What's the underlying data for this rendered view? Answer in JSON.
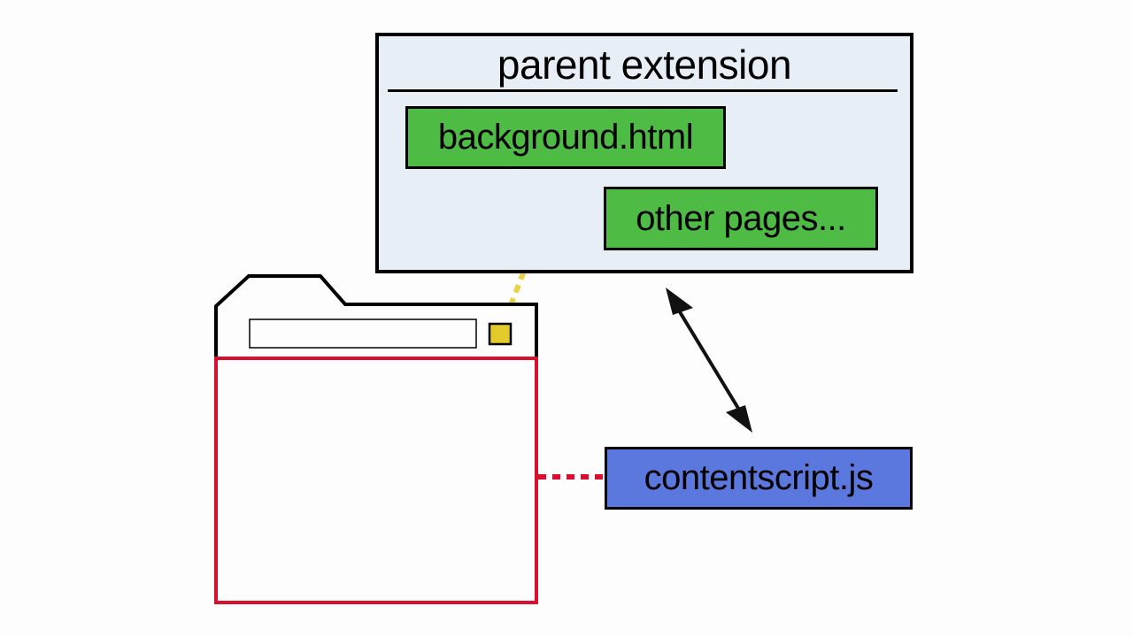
{
  "parent_extension": {
    "title": "parent extension",
    "background_page": "background.html",
    "other_pages": "other pages..."
  },
  "content_script": {
    "label": "contentscript.js"
  },
  "colors": {
    "extension_fill": "#e8eef6",
    "page_box_fill": "#4dbb44",
    "content_script_fill": "#5b78de",
    "browser_content_border": "#d8102e",
    "extension_icon_fill": "#e3cb2c",
    "background_link_dots": "#e6d444",
    "content_link_dots": "#d8102e"
  },
  "icons": {
    "browser_window": "browser-window-icon",
    "extension_button": "extension-button-icon",
    "messaging_arrow": "double-headed-arrow-icon"
  }
}
